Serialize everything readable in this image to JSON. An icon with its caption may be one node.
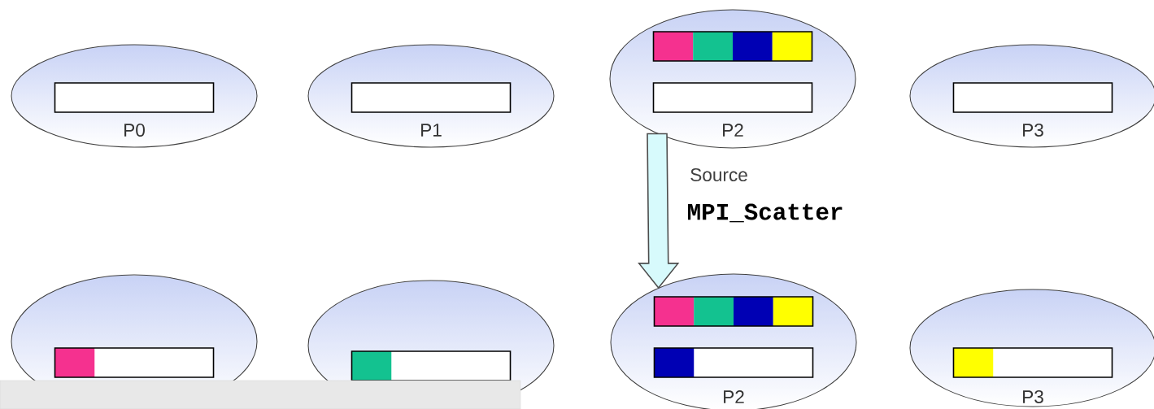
{
  "diagram": {
    "nodes": [
      {
        "text": [
          "P0"
        ]
      },
      {
        "text": [
          "P1"
        ]
      },
      {
        "text": [
          "P2"
        ]
      },
      {
        "text": [
          "P3"
        ]
      },
      {
        "text": [],
        "shape": "ellipse"
      },
      {
        "text": [],
        "shape": "ellipse"
      },
      {
        "text": [
          "P2"
        ]
      },
      {
        "text": [
          "P3"
        ]
      }
    ],
    "edges": [
      {
        "from": 2,
        "to": 6,
        "arrow": "to",
        "label": "MPI_Scatter"
      }
    ],
    "labels": [
      "Source"
    ]
  }
}
